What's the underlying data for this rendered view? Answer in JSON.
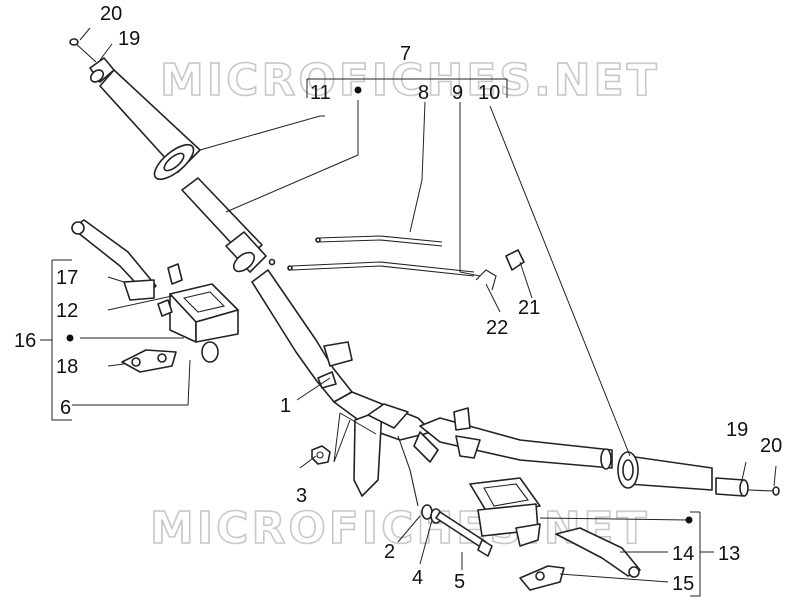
{
  "watermark": "MICROFICHES.NET",
  "callouts": {
    "n1": "1",
    "n2": "2",
    "n3": "3",
    "n4": "4",
    "n5": "5",
    "n6": "6",
    "n7": "7",
    "n8": "8",
    "n9": "9",
    "n10": "10",
    "n11": "11",
    "n12": "12",
    "n13": "13",
    "n14": "14",
    "n15": "15",
    "n16": "16",
    "n17": "17",
    "n18": "18",
    "n19a": "19",
    "n19b": "19",
    "n20a": "20",
    "n20b": "20",
    "n21": "21",
    "n22": "22"
  },
  "colors": {
    "line": "#222222",
    "watermark": "#c8c8c8",
    "background": "#ffffff"
  }
}
